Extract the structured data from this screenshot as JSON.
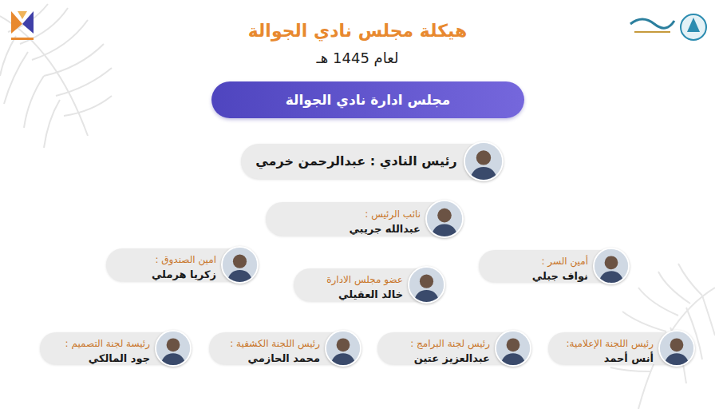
{
  "diagram": {
    "title": "هيكلة مجلس نادي الجوالة",
    "nodes": [
      {
        "text": [
          "مجلس ادارة نادي الجوالة"
        ]
      },
      {
        "text": [
          "رئيس النادي : عبدالرحمن خرمي"
        ]
      },
      {
        "text": [
          "نائب الرئيس :",
          "عبدالله جريبي"
        ]
      },
      {
        "text": [
          "أمين السر :",
          "نواف جبلي"
        ]
      },
      {
        "text": [
          "عضو مجلس الادارة",
          "خالد العقيلي"
        ]
      },
      {
        "text": [
          "امين الصندوق :",
          "زكريا هرملي"
        ]
      },
      {
        "text": [
          "رئيس اللجنة الإعلامية:",
          "أنس أحمد"
        ]
      },
      {
        "text": [
          "رئيس لجنة البرامج :",
          "عبدالعزيز عتين"
        ]
      },
      {
        "text": [
          "رئيس اللجنة الكشفية :",
          "محمد الحازمي"
        ]
      },
      {
        "text": [
          "رئيسة لجنة التصميم :",
          "جود المالكي"
        ]
      }
    ],
    "labels": [
      "لعام 1445 هـ"
    ]
  }
}
